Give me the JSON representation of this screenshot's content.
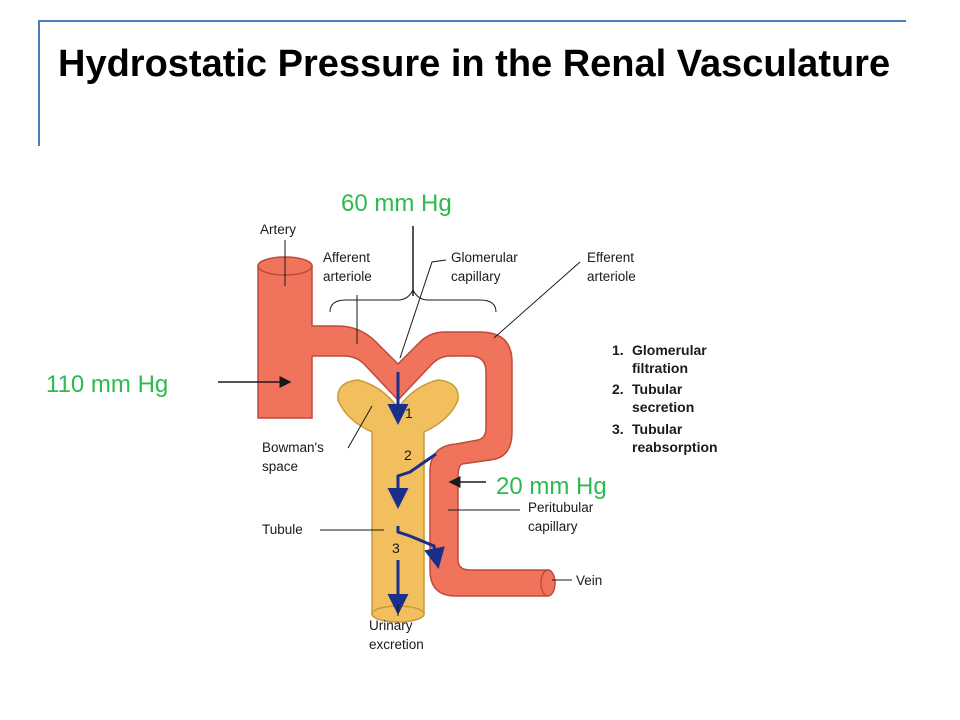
{
  "title": "Hydrostatic Pressure in the Renal Vasculature",
  "colors": {
    "accent_line": "#4a7ebb",
    "pressure_text": "#2dba4e",
    "vessel_fill": "#f0745c",
    "vessel_stroke": "#c04a3a",
    "tubule_fill": "#f2bf5e",
    "tubule_stroke": "#c89a3a",
    "flow_arrow": "#1a2f8c"
  },
  "pressures": {
    "afferent": "110 mm Hg",
    "glomerular": "60 mm Hg",
    "peritubular": "20 mm Hg"
  },
  "labels": {
    "artery": "Artery",
    "afferent": [
      "Afferent",
      "arteriole"
    ],
    "glomerular": [
      "Glomerular",
      "capillary"
    ],
    "efferent": [
      "Efferent",
      "arteriole"
    ],
    "bowmans": [
      "Bowman's",
      "space"
    ],
    "tubule": "Tubule",
    "peritubular": [
      "Peritubular",
      "capillary"
    ],
    "vein": "Vein",
    "urinary": [
      "Urinary",
      "excretion"
    ]
  },
  "legend": [
    {
      "num": "1.",
      "lines": [
        "Glomerular",
        "filtration"
      ]
    },
    {
      "num": "2.",
      "lines": [
        "Tubular",
        "secretion"
      ]
    },
    {
      "num": "3.",
      "lines": [
        "Tubular",
        "reabsorption"
      ]
    }
  ],
  "steps": [
    "1",
    "2",
    "3"
  ]
}
